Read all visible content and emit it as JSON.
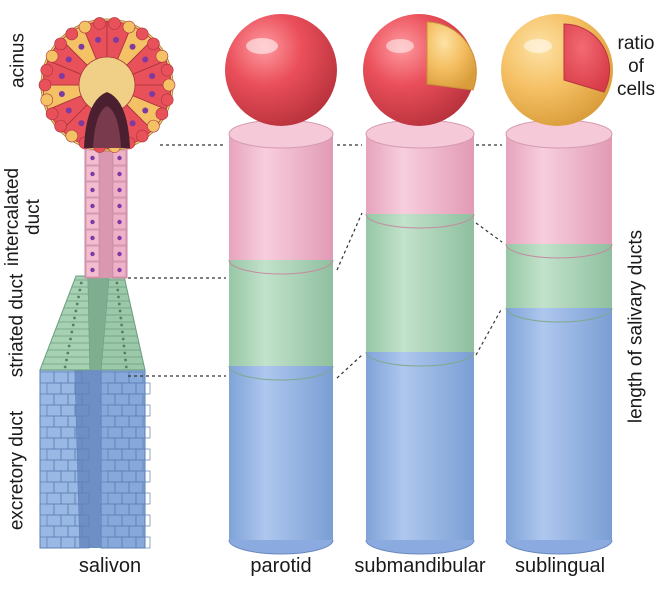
{
  "diagram": {
    "salivon_labels": {
      "acinus": "acinus",
      "intercalated_line1": "intercalated",
      "intercalated_line2": "duct",
      "striated": "striated duct",
      "excretory": "excretory duct"
    },
    "right_labels": {
      "ratio_line1": "ratio",
      "ratio_line2": "of",
      "ratio_line3": "cells",
      "length": "length of salivary ducts"
    },
    "bottom_labels": [
      "salivon",
      "parotid",
      "submandibular",
      "sublingual"
    ],
    "colors": {
      "serous_red": "#e8505a",
      "mucous_yellow": "#f4c265",
      "intercalated_pink": "#f2b8cc",
      "striated_green": "#a9d3b6",
      "excretory_blue": "#92b2e0",
      "nucleus_purple": "#7d3aa0"
    }
  }
}
